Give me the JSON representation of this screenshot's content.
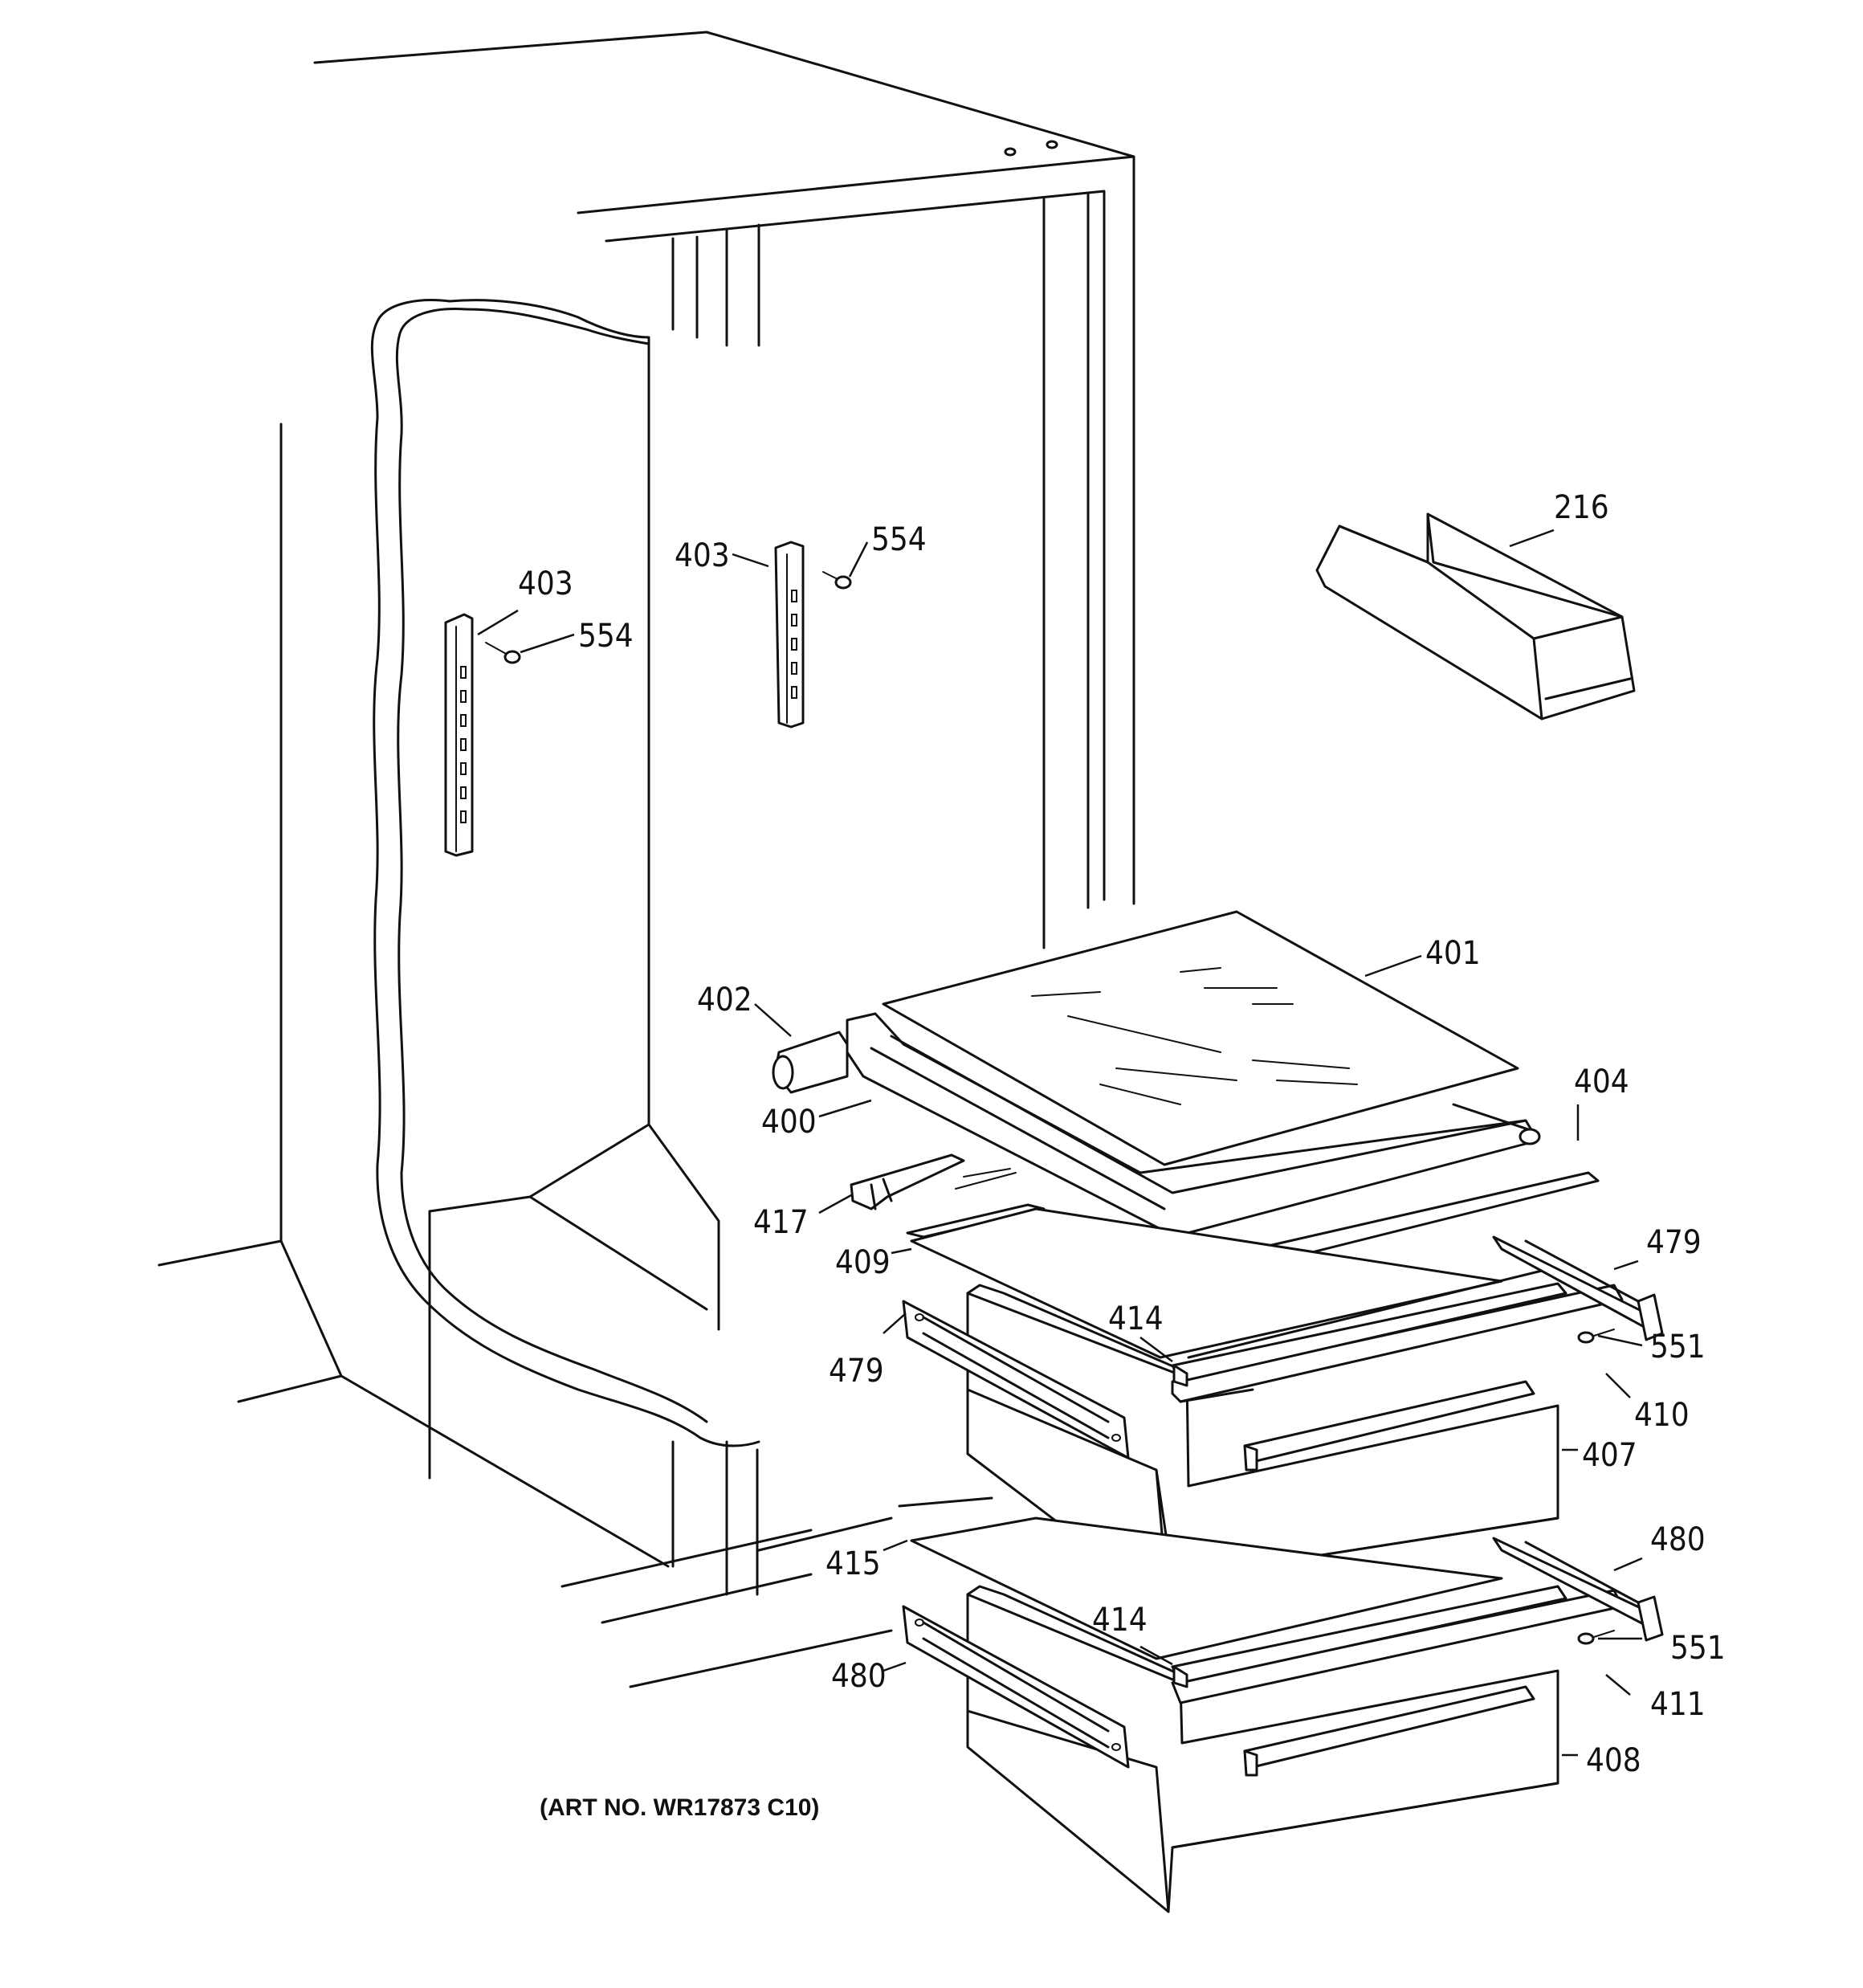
{
  "art_number": "(ART NO. WR17873 C10)",
  "callouts": [
    {
      "id": "c216",
      "label": "216"
    },
    {
      "id": "c403a",
      "label": "403"
    },
    {
      "id": "c554a",
      "label": "554"
    },
    {
      "id": "c403b",
      "label": "403"
    },
    {
      "id": "c554b",
      "label": "554"
    },
    {
      "id": "c401",
      "label": "401"
    },
    {
      "id": "c402",
      "label": "402"
    },
    {
      "id": "c400",
      "label": "400"
    },
    {
      "id": "c404",
      "label": "404"
    },
    {
      "id": "c417",
      "label": "417"
    },
    {
      "id": "c409",
      "label": "409"
    },
    {
      "id": "c479a",
      "label": "479"
    },
    {
      "id": "c414a",
      "label": "414"
    },
    {
      "id": "c551a",
      "label": "551"
    },
    {
      "id": "c479b",
      "label": "479"
    },
    {
      "id": "c410",
      "label": "410"
    },
    {
      "id": "c407",
      "label": "407"
    },
    {
      "id": "c480a",
      "label": "480"
    },
    {
      "id": "c415",
      "label": "415"
    },
    {
      "id": "c414b",
      "label": "414"
    },
    {
      "id": "c551b",
      "label": "551"
    },
    {
      "id": "c480b",
      "label": "480"
    },
    {
      "id": "c411",
      "label": "411"
    },
    {
      "id": "c408",
      "label": "408"
    }
  ]
}
